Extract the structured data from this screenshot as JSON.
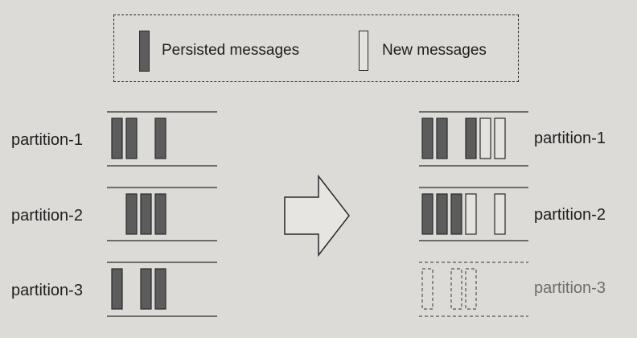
{
  "legend": {
    "persisted_label": "Persisted messages",
    "new_label": "New messages"
  },
  "before": {
    "partitions": [
      {
        "label": "partition-1",
        "blocks": [
          "persisted",
          "persisted",
          "gap",
          "persisted"
        ]
      },
      {
        "label": "partition-2",
        "blocks": [
          "gap",
          "persisted",
          "persisted",
          "persisted"
        ]
      },
      {
        "label": "partition-3",
        "blocks": [
          "persisted",
          "gap",
          "persisted",
          "persisted"
        ]
      }
    ]
  },
  "after": {
    "partitions": [
      {
        "label": "partition-1",
        "state": "available",
        "blocks": [
          "persisted",
          "persisted",
          "gap",
          "persisted",
          "new",
          "new"
        ]
      },
      {
        "label": "partition-2",
        "state": "available",
        "blocks": [
          "persisted",
          "persisted",
          "persisted",
          "new",
          "gap",
          "new"
        ]
      },
      {
        "label": "partition-3",
        "state": "unavailable",
        "blocks": [
          "unavailable",
          "gap",
          "unavailable",
          "unavailable",
          "gap",
          "gap"
        ]
      }
    ]
  },
  "colors": {
    "persisted_fill": "#5c5c5c",
    "new_fill": "#e4e3e0",
    "stroke": "#2a2a2a",
    "unavailable_stroke": "#555555"
  }
}
